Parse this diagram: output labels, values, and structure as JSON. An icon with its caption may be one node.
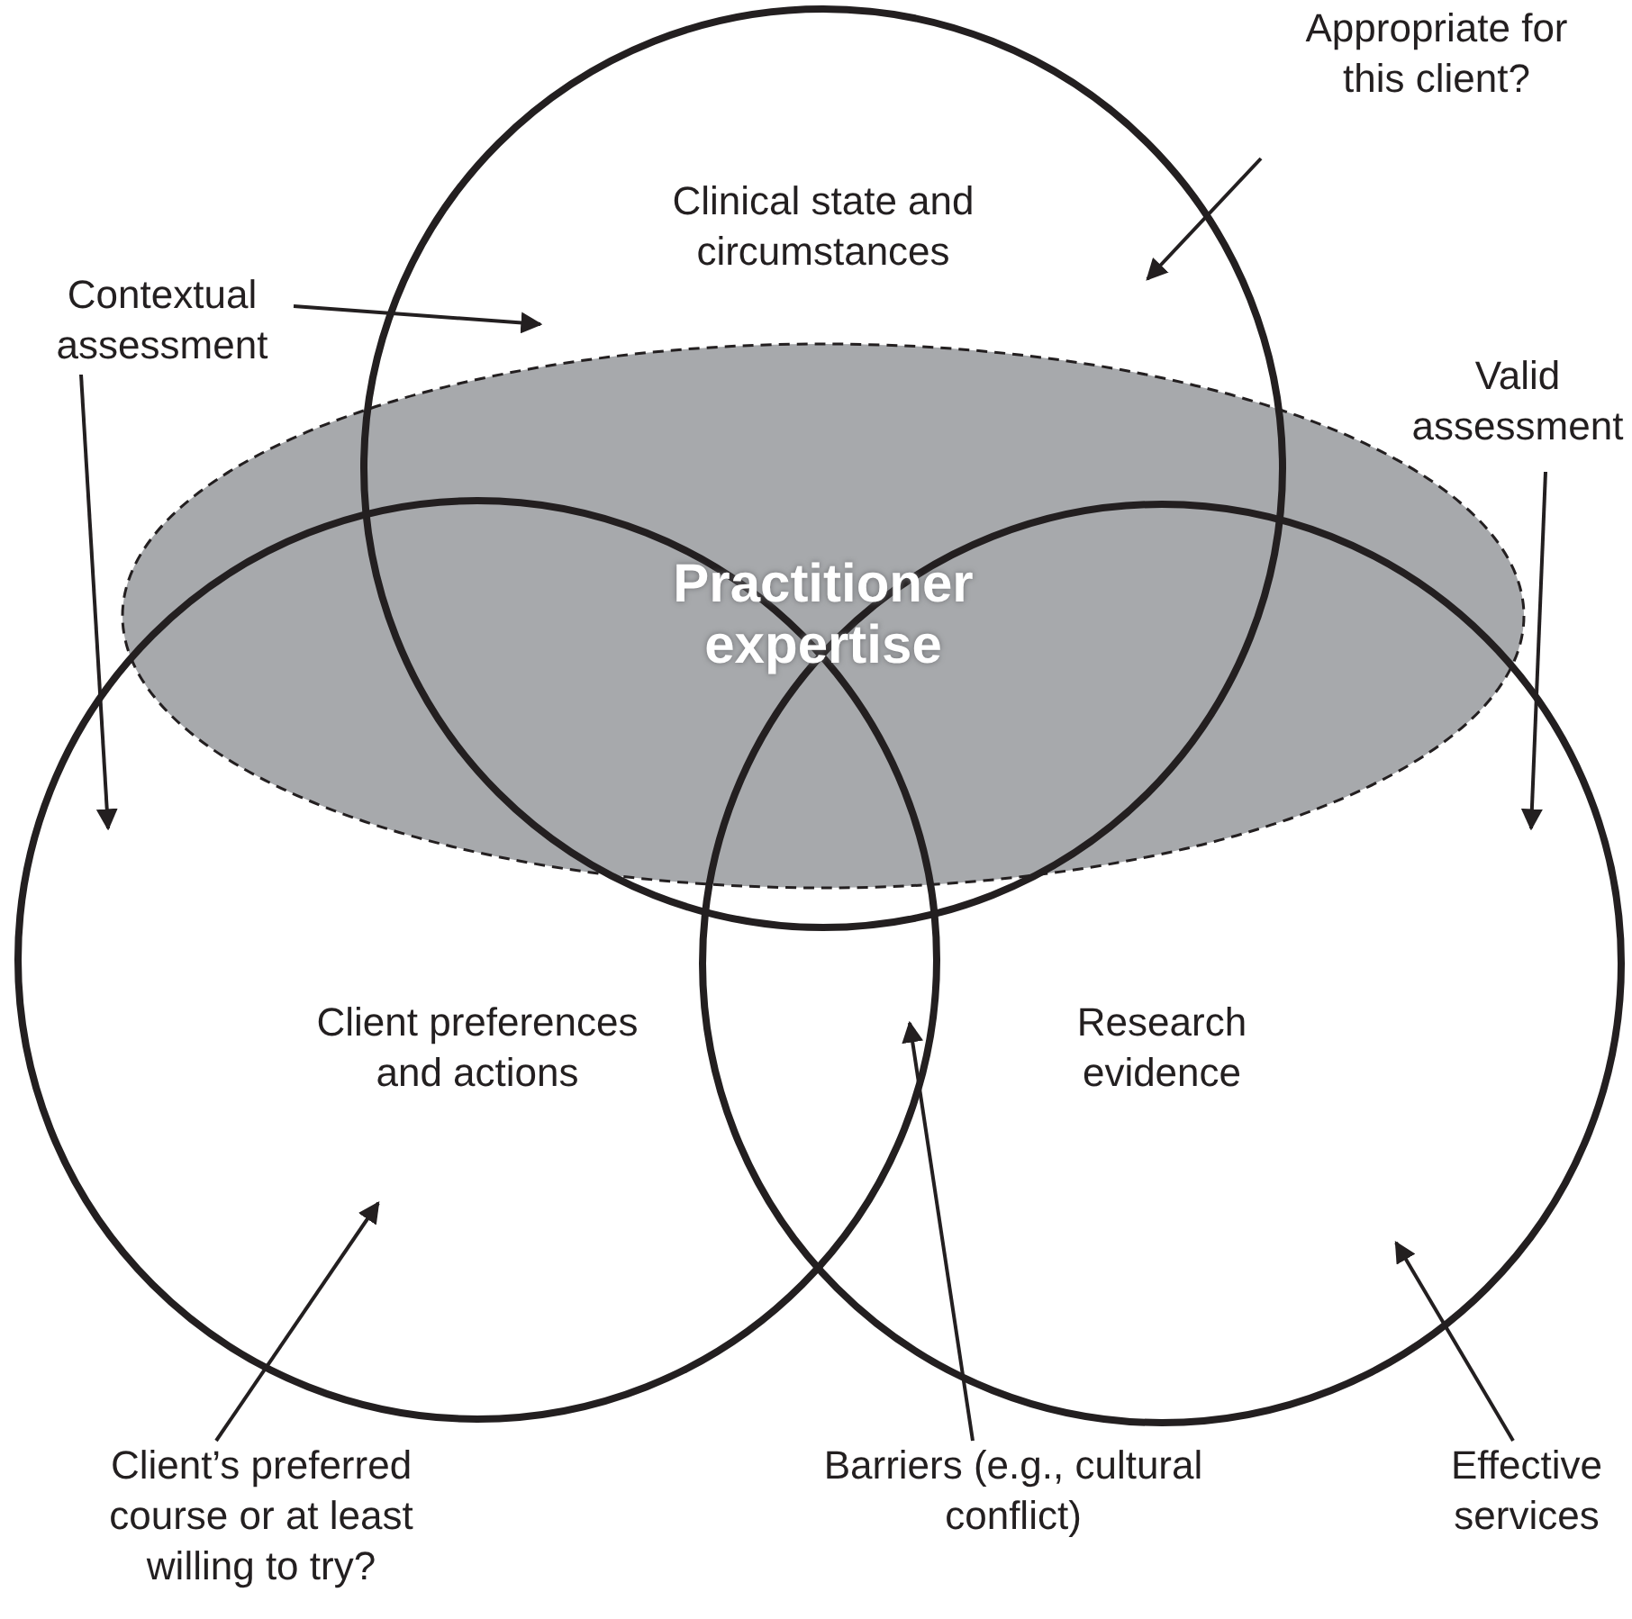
{
  "diagram": {
    "nodes": [
      {
        "text": [
          "Clinical state and circumstances"
        ]
      },
      {
        "text": [
          "Client preferences and actions"
        ]
      },
      {
        "text": [
          "Research evidence"
        ]
      },
      {
        "text": [
          "Practitioner expertise"
        ]
      },
      {
        "text": [
          "Appropriate for this client?"
        ]
      },
      {
        "text": [
          "Contextual assessment"
        ]
      },
      {
        "text": [
          "Valid assessment"
        ]
      },
      {
        "text": [
          "Client’s preferred course or at least willing to try?"
        ]
      },
      {
        "text": [
          "Barriers (e.g., cultural conflict)"
        ]
      },
      {
        "text": [
          "Effective services"
        ]
      }
    ],
    "edges": [
      {
        "from": 4,
        "to": 0,
        "arrow": "to"
      },
      {
        "from": 5,
        "to": 0,
        "arrow": "to"
      },
      {
        "from": 5,
        "to": 1,
        "arrow": "to"
      },
      {
        "from": 6,
        "to": 2,
        "arrow": "to"
      },
      {
        "from": 7,
        "to": 1,
        "arrow": "to"
      },
      {
        "from": 8,
        "to": 1,
        "arrow": "to"
      },
      {
        "from": 9,
        "to": 2,
        "arrow": "to"
      }
    ]
  }
}
